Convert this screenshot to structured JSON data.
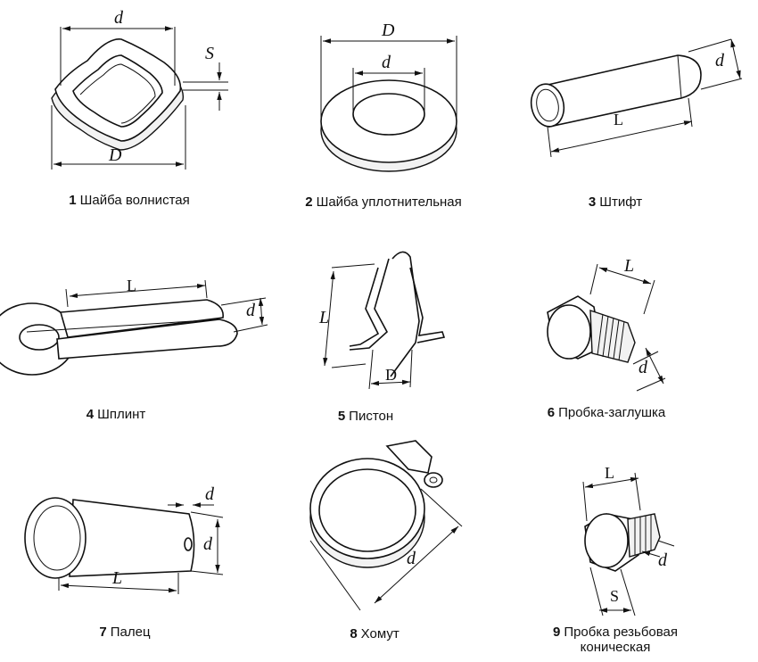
{
  "items": [
    {
      "num": "1",
      "label": "Шайба волнистая",
      "dims": [
        "d",
        "D",
        "S"
      ]
    },
    {
      "num": "2",
      "label": "Шайба уплотнительная",
      "dims": [
        "D",
        "d"
      ]
    },
    {
      "num": "3",
      "label": "Штифт",
      "dims": [
        "d",
        "L"
      ]
    },
    {
      "num": "4",
      "label": "Шплинт",
      "dims": [
        "L",
        "d"
      ]
    },
    {
      "num": "5",
      "label": "Пистон",
      "dims": [
        "L",
        "D"
      ]
    },
    {
      "num": "6",
      "label": "Пробка-заглушка",
      "dims": [
        "L",
        "d"
      ]
    },
    {
      "num": "7",
      "label": "Палец",
      "dims": [
        "d",
        "d",
        "L"
      ]
    },
    {
      "num": "8",
      "label": "Хомут",
      "dims": [
        "d"
      ]
    },
    {
      "num": "9",
      "label": "Пробка резьбовая",
      "label2": "коническая",
      "dims": [
        "L",
        "d",
        "S"
      ]
    }
  ]
}
